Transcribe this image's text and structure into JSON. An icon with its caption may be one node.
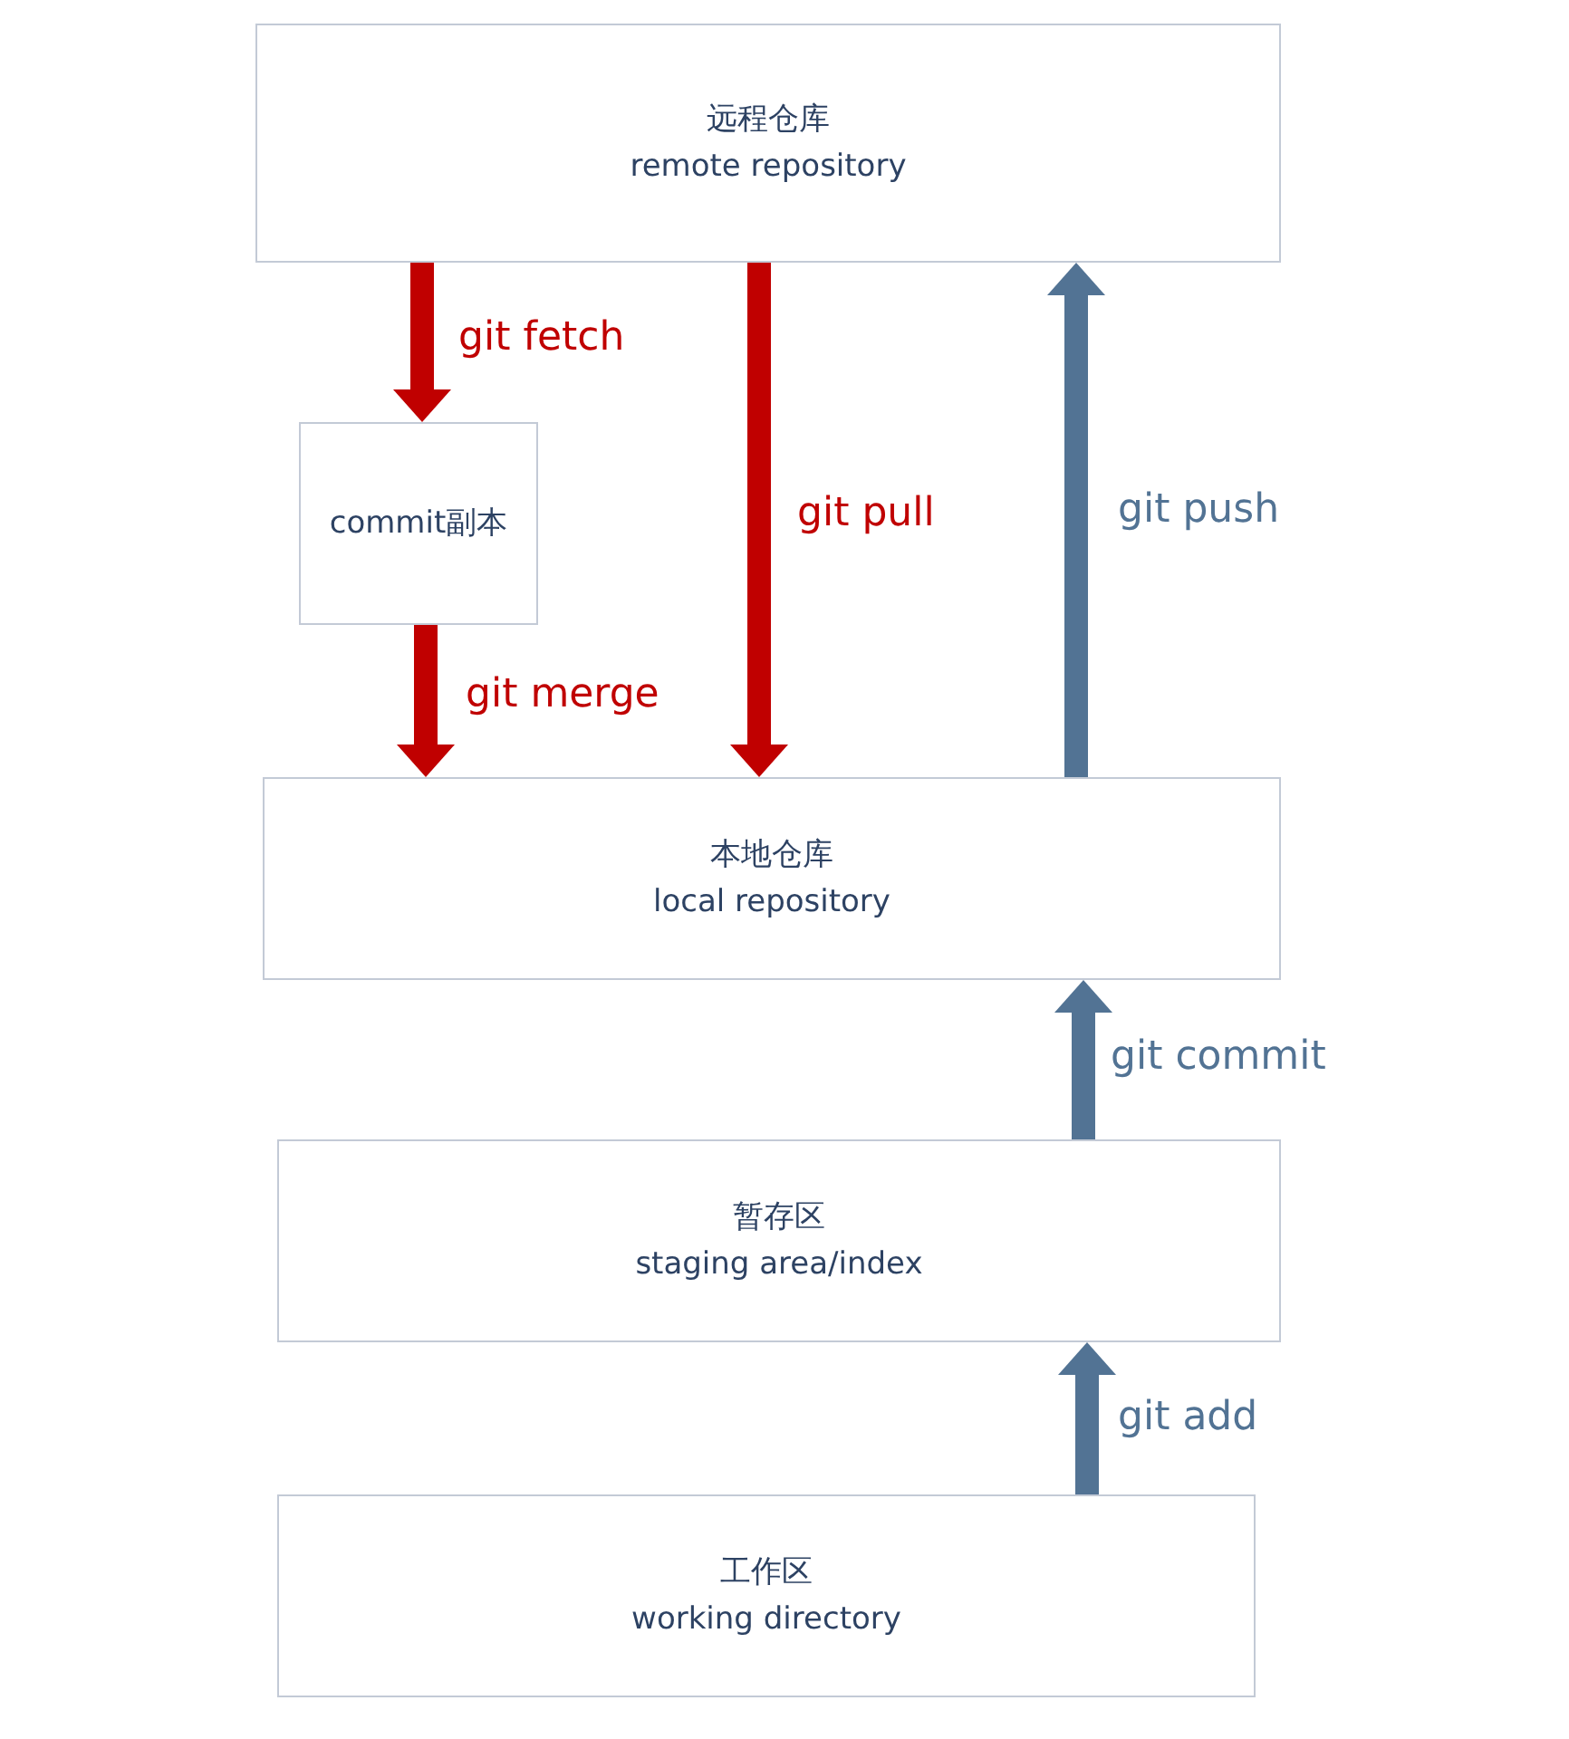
{
  "diagram": {
    "nodes": [
      {
        "text": [
          "远程仓库",
          "remote repository"
        ]
      },
      {
        "text": [
          "commit副本"
        ]
      },
      {
        "text": [
          "本地仓库",
          "local repository"
        ]
      },
      {
        "text": [
          "暂存区",
          "staging area/index"
        ]
      },
      {
        "text": [
          "工作区",
          "working directory"
        ]
      }
    ],
    "edges": [
      {
        "from": 0,
        "to": 1,
        "arrow": "to",
        "label": "git fetch",
        "color": "#c00000"
      },
      {
        "from": 1,
        "to": 2,
        "arrow": "to",
        "label": "git merge",
        "color": "#c00000"
      },
      {
        "from": 0,
        "to": 2,
        "arrow": "to",
        "label": "git pull",
        "color": "#c00000"
      },
      {
        "from": 2,
        "to": 0,
        "arrow": "to",
        "label": "git push",
        "color": "#527394"
      },
      {
        "from": 3,
        "to": 2,
        "arrow": "to",
        "label": "git commit",
        "color": "#527394"
      },
      {
        "from": 4,
        "to": 3,
        "arrow": "to",
        "label": "git add",
        "color": "#527394"
      }
    ]
  }
}
